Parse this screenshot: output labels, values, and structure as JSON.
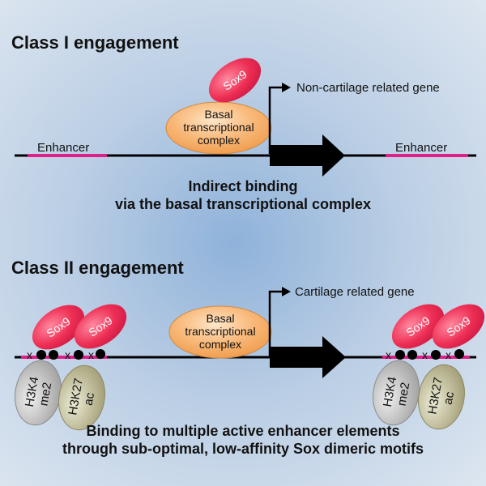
{
  "class1": {
    "heading": "Class I engagement",
    "gene_label": "Non-cartilage related gene",
    "enhancer_left": "Enhancer",
    "enhancer_right": "Enhancer",
    "sox9": "Sox9",
    "basal_line1": "Basal",
    "basal_line2": "transcriptional",
    "basal_line3": "complex",
    "caption_line1": "Indirect binding",
    "caption_line2": "via the basal transcriptional complex"
  },
  "class2": {
    "heading": "Class II engagement",
    "gene_label": "Cartilage related gene",
    "sox9": "Sox9",
    "basal_line1": "Basal",
    "basal_line2": "transcriptional",
    "basal_line3": "complex",
    "motif_x": "x",
    "h3k4_line1": "H3K4",
    "h3k4_line2": "me2",
    "h3k27_line1": "H3K27",
    "h3k27_line2": "ac",
    "caption_line1": "Binding to multiple active enhancer elements",
    "caption_line2": "through sub-optimal, low-affinity Sox dimeric motifs"
  },
  "colors": {
    "sox9": "#e8284f",
    "basal": "#f5a35a",
    "enhancer": "#e0208a",
    "h3k4": "#a9a9a9",
    "h3k27": "#a8a47e"
  }
}
